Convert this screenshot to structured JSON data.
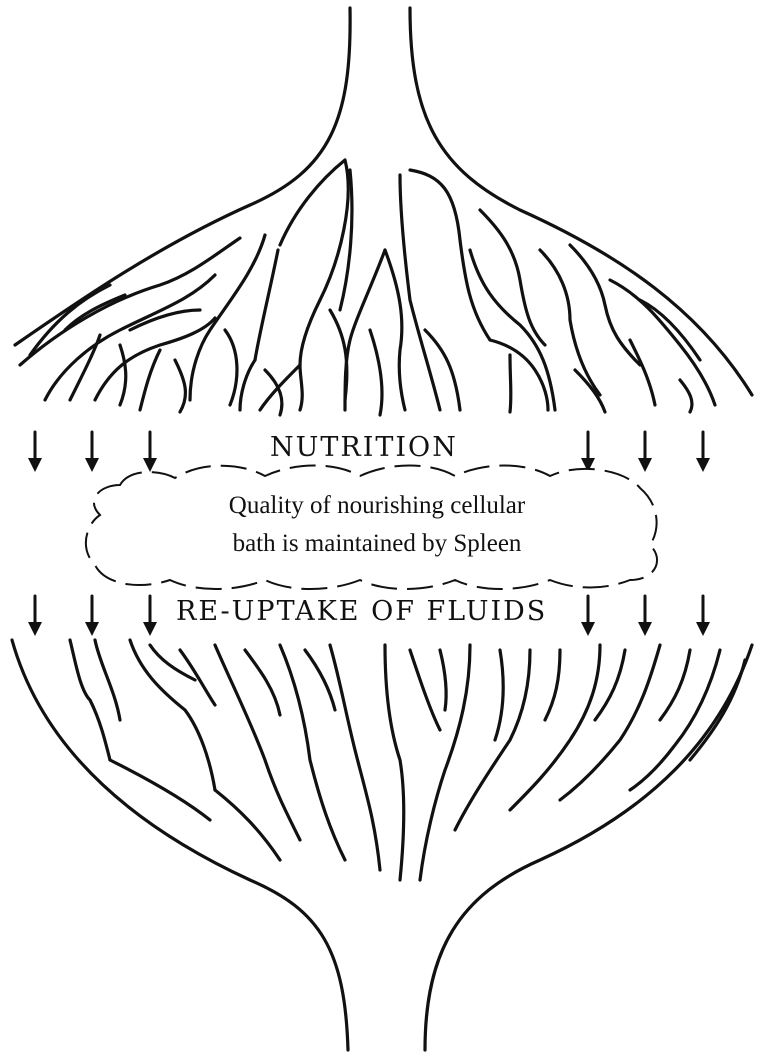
{
  "diagram": {
    "labels": {
      "nutrition": "NUTRITION",
      "reuptake": "RE-UPTAKE OF FLUIDS",
      "cloud_line1": "Quality of nourishing cellular",
      "cloud_line2": "bath is maintained by Spleen"
    },
    "colors": {
      "ink": "#111111",
      "background": "#ffffff"
    },
    "icons": [
      "down-arrow-icon"
    ]
  }
}
